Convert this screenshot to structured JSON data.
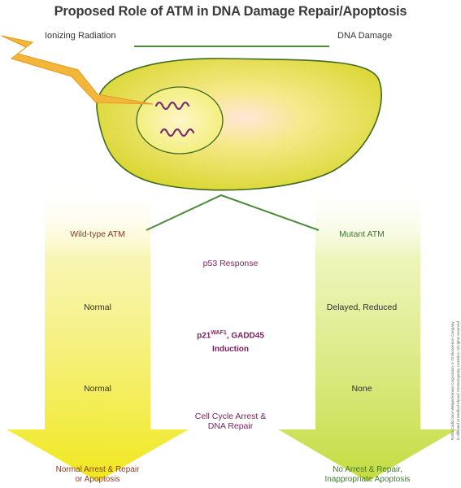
{
  "title": "Proposed Role of ATM in DNA Damage Repair/Apoptosis",
  "labels": {
    "ionizing_radiation": "Ionizing Radiation",
    "dna_damage": "DNA Damage",
    "wild_type": "Wild-type ATM",
    "mutant": "Mutant ATM",
    "p53_response": "p53 Response",
    "p21_main": "p21",
    "p21_sup": "WAF1",
    "p21_rest": ", GADD45",
    "induction": "Induction",
    "cell_cycle_1": "Cell Cycle Arrest &",
    "cell_cycle_2": "DNA Repair",
    "normal_1": "Normal",
    "normal_2": "Normal",
    "delayed": "Delayed, Reduced",
    "none": "None",
    "outcome_left_1": "Normal Arrest & Repair",
    "outcome_left_2": "or Apoptosis",
    "outcome_right_1": "No Arrest & Repair,",
    "outcome_right_2": "Inappropriate Apoptosis"
  },
  "credit": {
    "line1": "Robbi Cadiz/Jace-Weigert/erman Corporation ©73 Bioscience Company",
    "line2": "is affiliated at Medical Ahead, Dermatogeniq, Genetics, All rights reserved"
  },
  "colors": {
    "cell": "#e6e04a",
    "cell_edge": "#3f6b20",
    "arrow_left": "#f3ec2e",
    "arrow_right": "#c9df55",
    "line": "#4d8a3a",
    "bolt": "#f2b63a",
    "dna": "#7a2f6e",
    "center_text": "#7a1f5c",
    "left_text": "#8b3a1c",
    "right_text": "#3e7a2e"
  }
}
